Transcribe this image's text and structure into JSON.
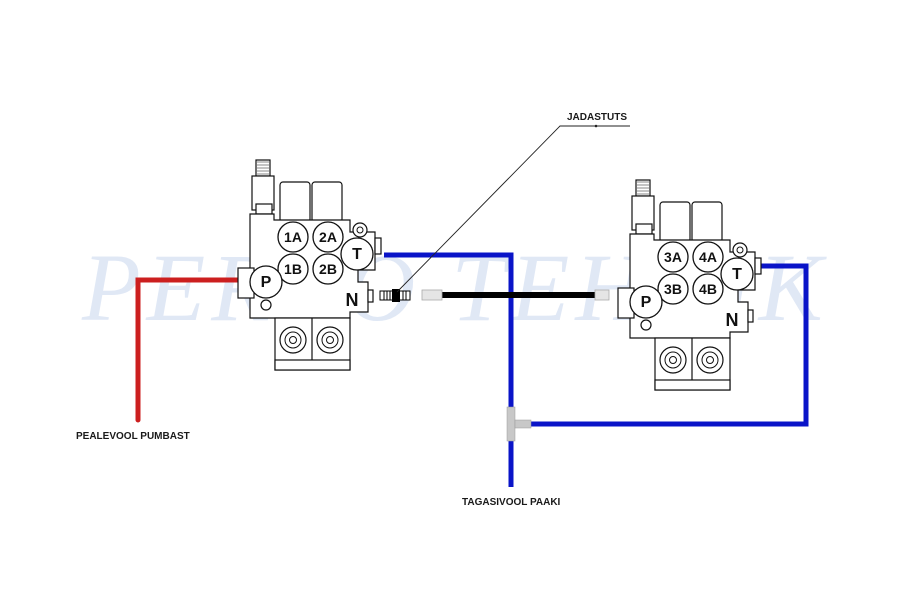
{
  "watermark": {
    "text": "PERKO TEHNIK"
  },
  "labels": {
    "supply": "PEALEVOOL PUMBAST",
    "return": "TAGASIVOOL PAAKI",
    "adapter": "JADASTUTS"
  },
  "valves": [
    {
      "name": "valve-1",
      "ports": {
        "a1": "1A",
        "a2": "2A",
        "b1": "1B",
        "b2": "2B",
        "p": "P",
        "t": "T",
        "n": "N"
      }
    },
    {
      "name": "valve-2",
      "ports": {
        "a1": "3A",
        "a2": "4A",
        "b1": "3B",
        "b2": "4B",
        "p": "P",
        "t": "T",
        "n": "N"
      }
    }
  ],
  "colors": {
    "supply_line": "#cc1f1f",
    "return_line": "#0a14c8",
    "connector_hose": "#000000",
    "tee_fitting": "#c8c8c8",
    "watermark": "#dde6f5"
  }
}
